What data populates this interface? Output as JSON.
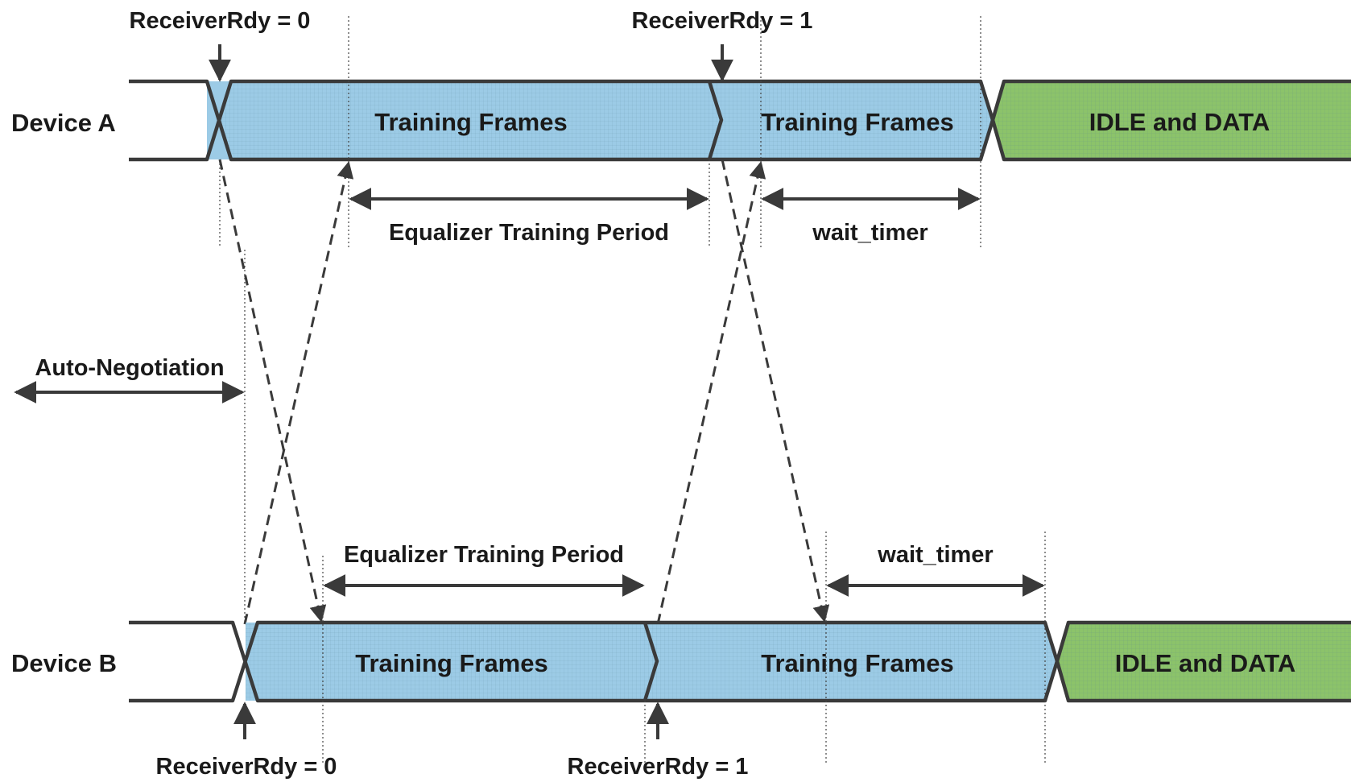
{
  "devices": {
    "a": {
      "name": "Device A",
      "frame1_label": "Training Frames",
      "frame2_label": "Training Frames",
      "idle_label": "IDLE and DATA",
      "rdy0_label": "ReceiverRdy = 0",
      "rdy1_label": "ReceiverRdy = 1",
      "eq_period_label": "Equalizer Training Period",
      "wait_timer_label": "wait_timer"
    },
    "b": {
      "name": "Device B",
      "frame1_label": "Training Frames",
      "frame2_label": "Training Frames",
      "idle_label": "IDLE and DATA",
      "rdy0_label": "ReceiverRdy = 0",
      "rdy1_label": "ReceiverRdy = 1",
      "eq_period_label": "Equalizer Training Period",
      "wait_timer_label": "wait_timer"
    }
  },
  "auto_negotiation_label": "Auto-Negotiation",
  "colors": {
    "training": "#9ccbe6",
    "idle_data": "#8cc36a",
    "outline": "#3a3a3a",
    "text": "#1a1a1a"
  }
}
